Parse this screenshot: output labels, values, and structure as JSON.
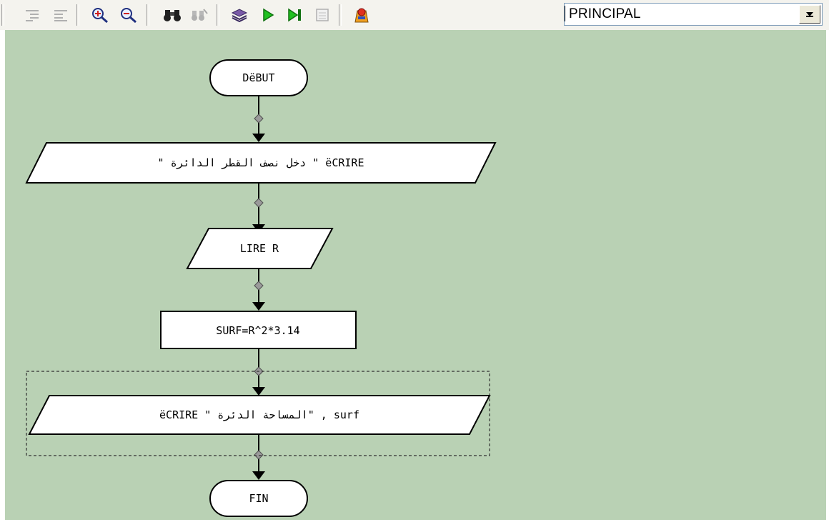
{
  "toolbar": {
    "buttons": [
      {
        "name": "indent-left-button",
        "icon": "indent-icon",
        "enabled": false
      },
      {
        "name": "indent-right-button",
        "icon": "outdent-icon",
        "enabled": false
      },
      {
        "name": "zoom-in-button",
        "icon": "zoom-in-icon",
        "enabled": true
      },
      {
        "name": "zoom-out-button",
        "icon": "zoom-out-icon",
        "enabled": true
      },
      {
        "name": "find-button",
        "icon": "binoculars-icon",
        "enabled": true
      },
      {
        "name": "replace-button",
        "icon": "binoculars-replace-icon",
        "enabled": false
      },
      {
        "name": "compile-button",
        "icon": "stack-icon",
        "enabled": true
      },
      {
        "name": "run-button",
        "icon": "play-icon",
        "enabled": true
      },
      {
        "name": "step-button",
        "icon": "step-icon",
        "enabled": true
      },
      {
        "name": "output-window-button",
        "icon": "window-icon",
        "enabled": false
      },
      {
        "name": "help-button",
        "icon": "helper-icon",
        "enabled": true
      }
    ],
    "procedure_select": {
      "value": "PRINCIPAL"
    }
  },
  "flowchart": {
    "background": "#b9d1b4",
    "nodes": [
      {
        "id": "start",
        "shape": "terminator",
        "text": "DëBUT"
      },
      {
        "id": "write1",
        "shape": "parallelogram",
        "text": "\" دخل نصف القطر الدائرة \" ëCRIRE"
      },
      {
        "id": "read",
        "shape": "parallelogram",
        "text": "LIRE R"
      },
      {
        "id": "assign",
        "shape": "rectangle",
        "text": "SURF=R^2*3.14"
      },
      {
        "id": "write2",
        "shape": "parallelogram",
        "text": "ëCRIRE \" المساحة الدئرة\" , surf",
        "selected": true
      },
      {
        "id": "end",
        "shape": "terminator",
        "text": "FIN"
      }
    ]
  }
}
